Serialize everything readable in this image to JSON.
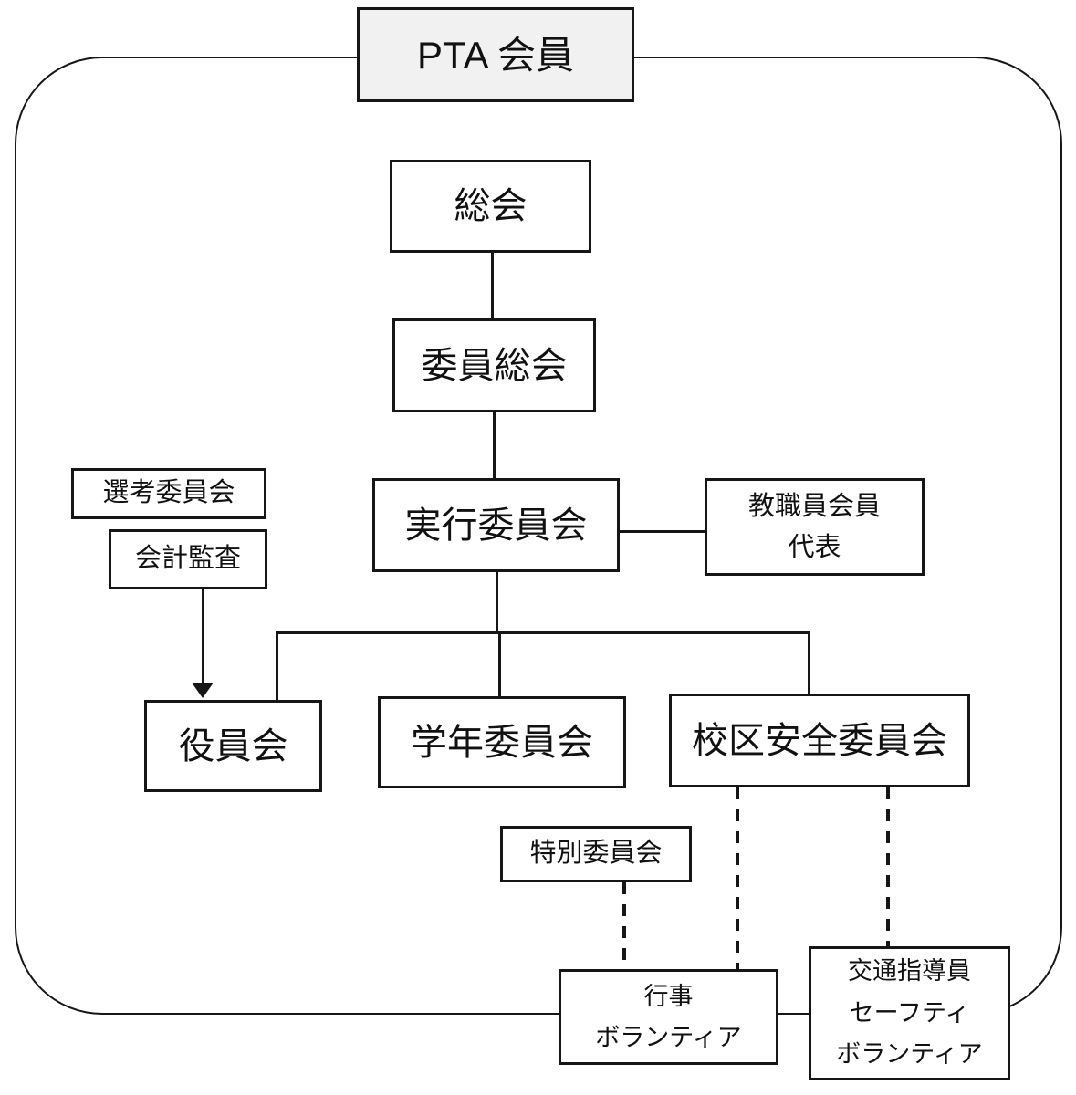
{
  "diagram": {
    "type": "org-chart",
    "colors": {
      "stroke": "#161616",
      "member_fill": "#f1f1f1",
      "box_fill": "#ffffff"
    },
    "nodes": {
      "pta": {
        "label": "PTA 会員"
      },
      "soukai": {
        "label": "総会"
      },
      "iinsoukai": {
        "label": "委員総会"
      },
      "jikkou": {
        "label": "実行委員会"
      },
      "kyoshokuin": {
        "lines": [
          "教職員会員",
          "代表"
        ]
      },
      "senkou": {
        "label": "選考委員会"
      },
      "kaikei": {
        "label": "会計監査"
      },
      "yakuinkai": {
        "label": "役員会"
      },
      "gakunen": {
        "label": "学年委員会"
      },
      "kouku": {
        "label": "校区安全委員会"
      },
      "tokubetsu": {
        "label": "特別委員会"
      },
      "gyouji": {
        "lines": [
          "行事",
          "ボランティア"
        ]
      },
      "koutsu": {
        "lines": [
          "交通指導員",
          "セーフティ",
          "ボランティア"
        ]
      }
    },
    "edges": {
      "solid": [
        "soukai-iinsoukai",
        "iinsoukai-jikkou",
        "jikkou-kyoshokuin",
        "jikkou-yakuinkai",
        "jikkou-gakunen",
        "jikkou-kouku",
        "kaikei-yakuinkai-arrow"
      ],
      "dashed": [
        "tokubetsu-gyouji",
        "kouku-gyouji",
        "kouku-koutsu"
      ]
    }
  }
}
